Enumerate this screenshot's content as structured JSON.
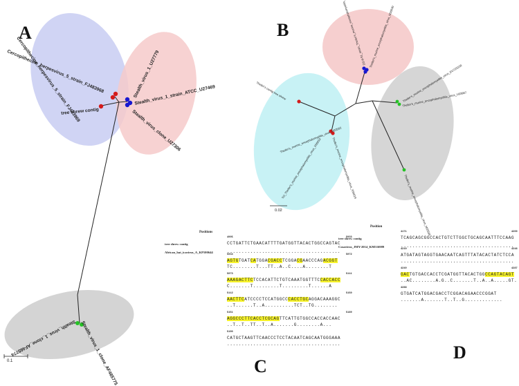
{
  "panels": {
    "a": "A",
    "b": "B",
    "c": "C",
    "d": "D"
  },
  "tree_a": {
    "scale": "0.1",
    "labels": {
      "cercopithecine_1": "Cercopithecine_herpesvirus_5_strain_FJ483969",
      "cercopithecine_2": "Cercopithecine_herpesvirus_5_strain_FJ483968",
      "tree_shrew": "tree shrew contig",
      "stealth_u27": "Stealth_virus_1_U27779",
      "stealth_atcc": "Stealth_virus_1_strain_ATCC_U27469",
      "stealth_clone_u": "Stealth_virus_clone_U27306",
      "stealth_af_1": "Stealth_virus_1_clone_AF465775",
      "stealth_af_2": "Stealth_virus_1_clone_AF465774"
    }
  },
  "tree_b": {
    "scale": "0.02",
    "labels": {
      "top1": "DS-6-51_strain_Theiler's_murine_encephalomyelitis_virus_M16020",
      "top2": "Theiler's_murine_encephalomyelitis_virus_M16030",
      "left1": "Theiler's contig tree shrew",
      "left2": "Theiler's_murine_encephalomyelitis_virus_M20562",
      "left3": "TO_Theiler's_murine_encephalomyelitis_virus_X56019",
      "left4": "Theiler's_murine_encephalomyelitis_virus_X56019",
      "right1": "Theiler's_murine_encephalomyelitis_virus_EU723238",
      "right2": "Theiler's_murine_encephalomyelitis_virus_U03987",
      "right3": "Theiler's_murine_encephalomyelitis_virus_M20585"
    }
  },
  "alignment_c": {
    "header": "Positions",
    "label_1": "tree shrew contig",
    "label_2": "African_bat_icavirus_A_KP100644",
    "pos_top_left": "4995",
    "pos_top_right": "5033",
    "row0": "CCTGATTCTGAACATTTTGATGGTTACACTGGCCAGTAC",
    "blocks": [
      {
        "start": "5034",
        "end": "5072",
        "segments": [
          {
            "t": "AGTG",
            "h": true
          },
          {
            "t": "TGAT",
            "h": false
          },
          {
            "t": "CA",
            "h": true
          },
          {
            "t": "TGGA",
            "h": false
          },
          {
            "t": "CGACC",
            "h": true
          },
          {
            "t": "TCGGA",
            "h": false
          },
          {
            "t": "CG",
            "h": true
          },
          {
            "t": "AACCCAG",
            "h": false
          },
          {
            "t": "ACGGT",
            "h": true
          }
        ],
        "diff": "TC........T...TT..A..C....A........T"
      },
      {
        "start": "5073",
        "end": "5111",
        "segments": [
          {
            "t": "AAAGACTTC",
            "h": true
          },
          {
            "t": "TCCACATTCTGTCAAATGGTTTC",
            "h": false
          },
          {
            "t": "CACCACC",
            "h": true
          }
        ],
        "diff": "C.......T.........T.........T......A"
      },
      {
        "start": "5112",
        "end": "5150",
        "segments": [
          {
            "t": "AACTTC",
            "h": true
          },
          {
            "t": "ATCCCCTCCATGGCC",
            "h": false
          },
          {
            "t": "CACCTGC",
            "h": true
          },
          {
            "t": "AGGACAAAGGC",
            "h": false
          }
        ],
        "diff": "..T......T..A..........TCT..TG........"
      },
      {
        "start": "5151",
        "end": "5189",
        "segments": [
          {
            "t": "AGGCCCTTCACCTCGCAG",
            "h": true
          },
          {
            "t": "TTCATTGTGGCCACCACC",
            "h": false
          },
          {
            "t": "AAC",
            "h": false
          }
        ],
        "diff": "..T..T..TT..T..A.......G........A..."
      },
      {
        "start": "5190",
        "end": "",
        "segments": [
          {
            "t": "CATGCTAAGTTCAACCCTCCTACAATCAGCAATGGGAAA",
            "h": false
          }
        ],
        "diff": ""
      }
    ]
  },
  "alignment_d": {
    "header": "Position",
    "label_1": "tree shrew contig",
    "label_2": "Cosavirus_JMY-2014_KM516989",
    "pos_top_left": "4171",
    "pos_top_right": "4209",
    "row0": "TCAGCAGCGGCCACTGTCTTGGCTGCAGCAATTTCCAAG",
    "blocks": [
      {
        "start": "4210",
        "end": "4248",
        "segments": [
          {
            "t": "ATGATAGTAGGTGAACAATCAGTTTATACACTATCTCCA",
            "h": false
          }
        ],
        "diff": ""
      },
      {
        "start": "4249",
        "end": "4287",
        "segments": [
          {
            "t": "GAC",
            "h": true
          },
          {
            "t": "TGTGACCACCTCGATGGTTACACTGG",
            "h": false
          },
          {
            "t": "CCAGTAC",
            "h": true
          },
          {
            "t": "AGT",
            "h": true
          }
        ],
        "diff": "..AC........A.G..C.......T..A..A.....GT."
      },
      {
        "start": "4288",
        "end": "",
        "segments": [
          {
            "t": "GTGATCATGGACGACCTCGGACAGAACCCGGAT",
            "h": false
          }
        ],
        "diff": ".......A.......T..T..G............."
      }
    ]
  }
}
